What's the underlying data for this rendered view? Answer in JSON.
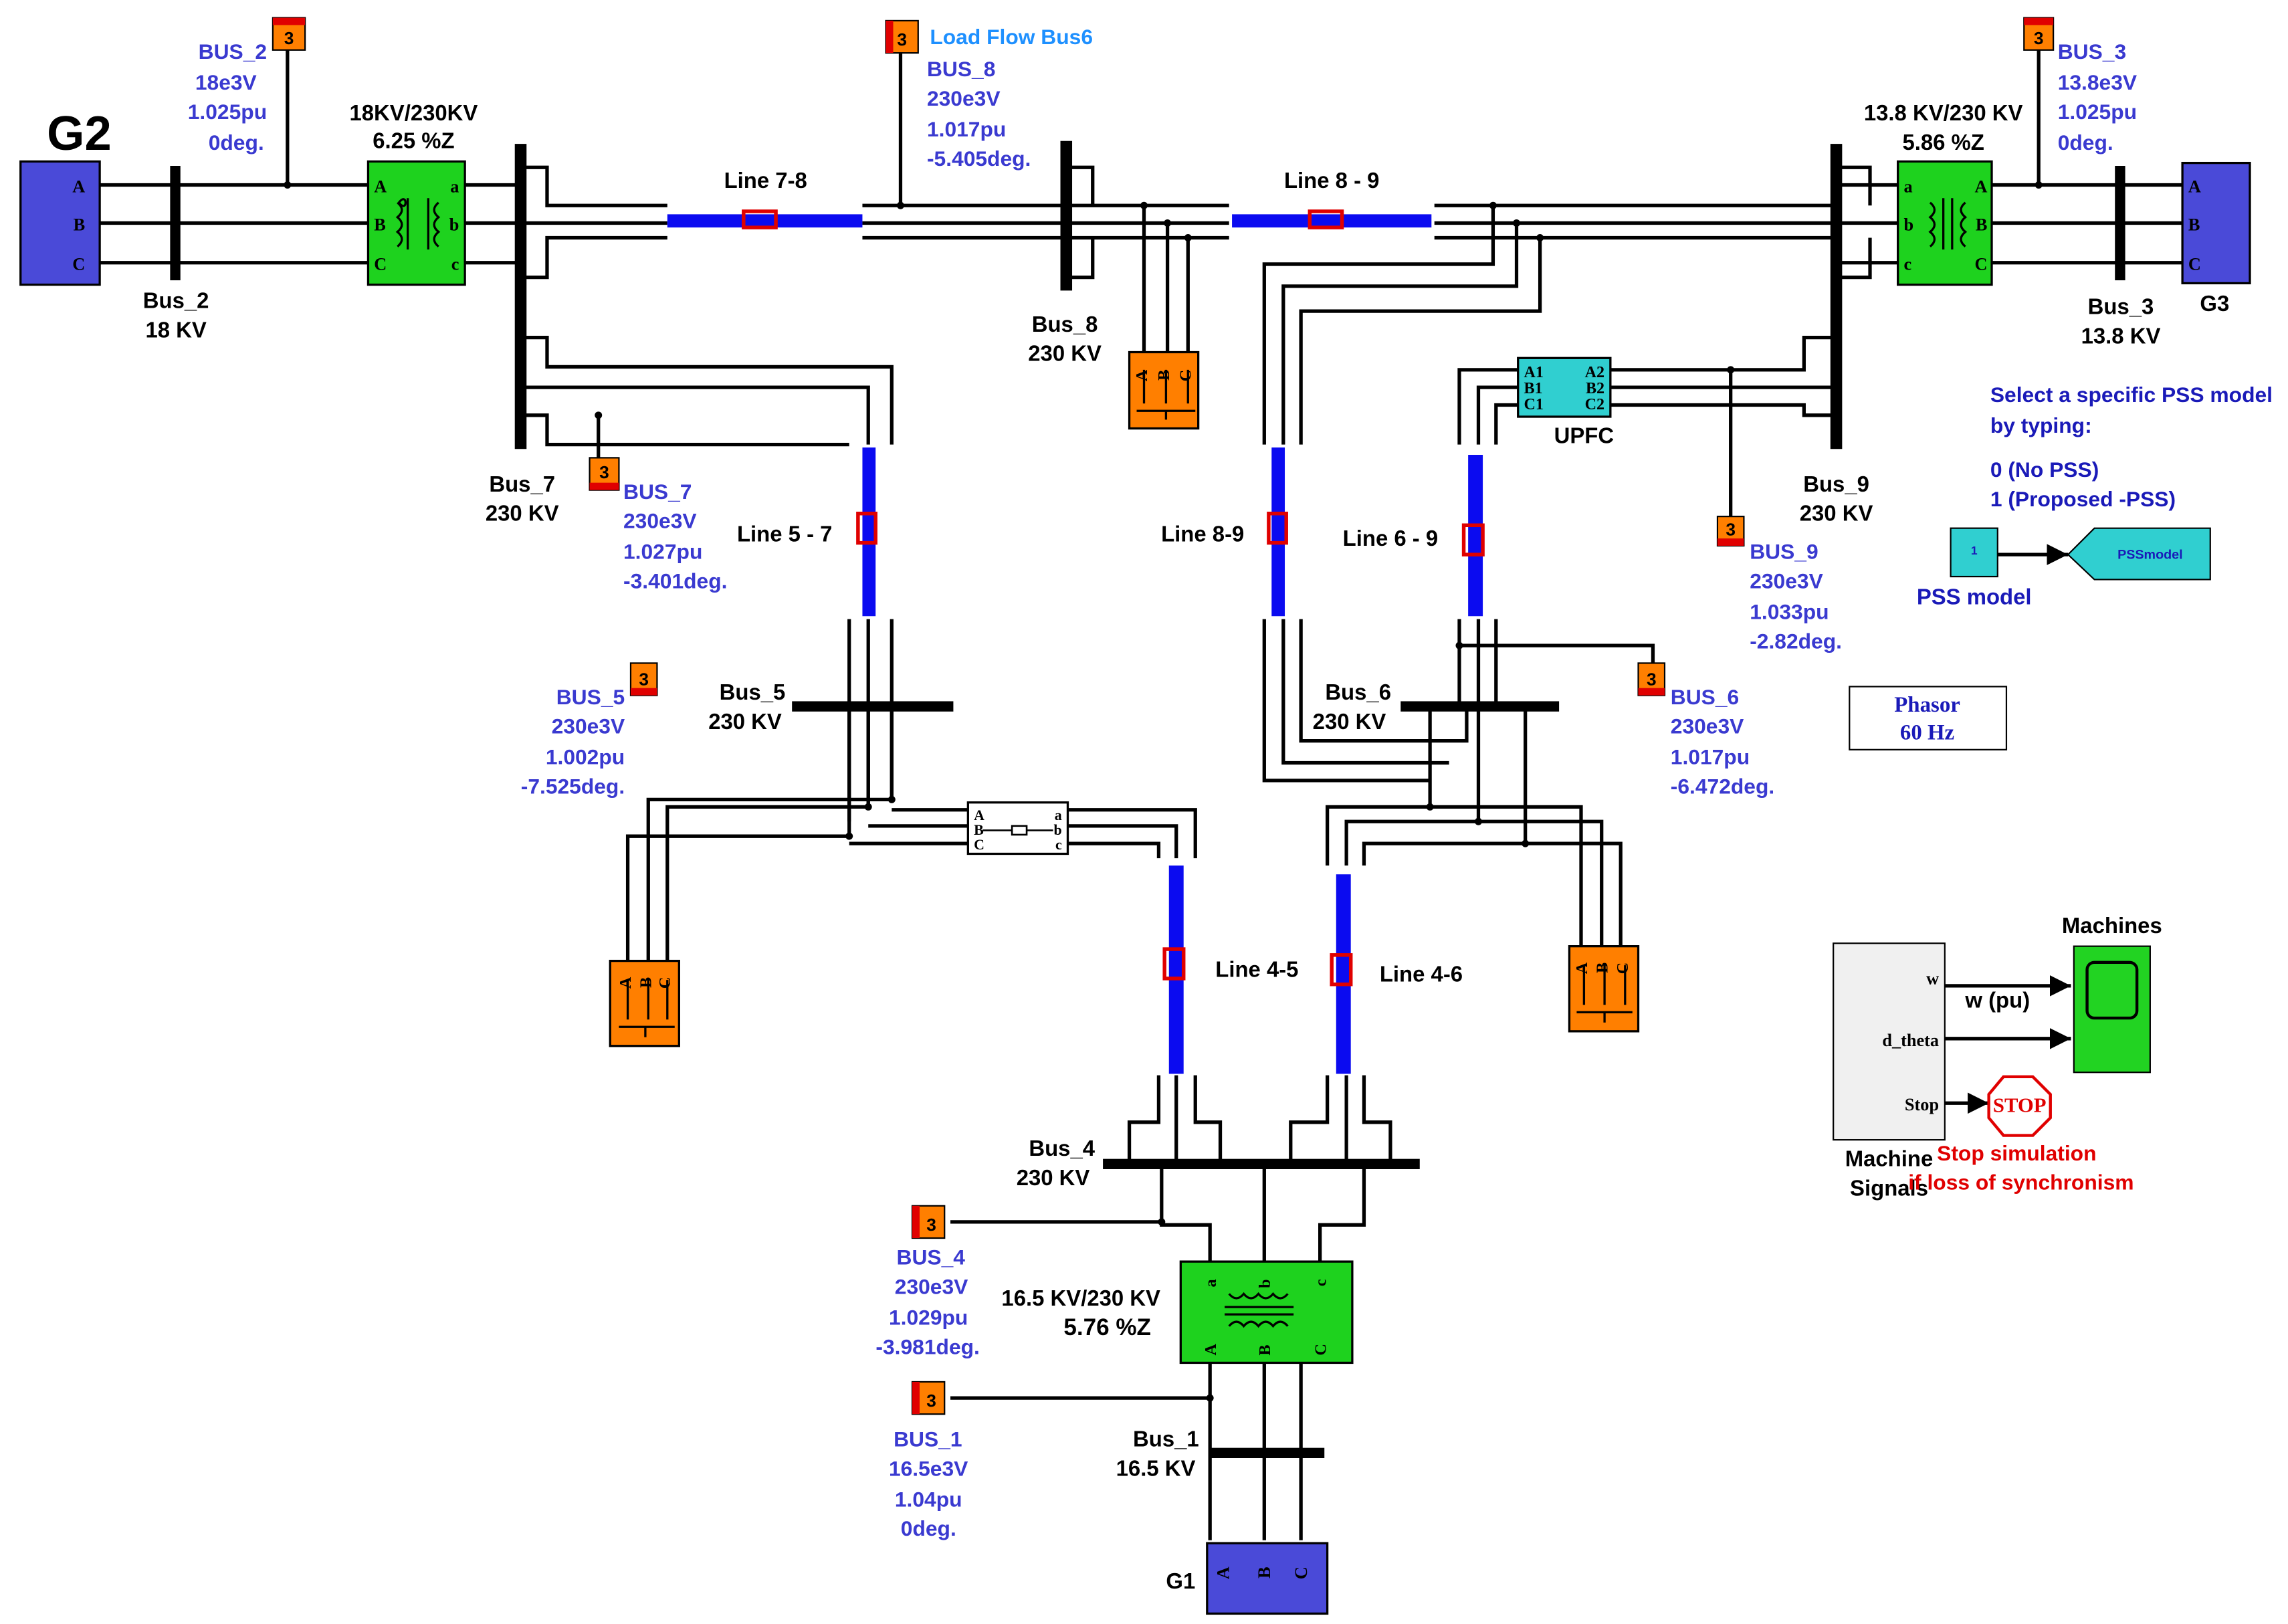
{
  "colors": {
    "generator": "#4a4ad8",
    "transformer": "#1ed21e",
    "line": "#0b0bf0",
    "load": "#ff7f00",
    "upfc": "#30cfd0",
    "bus_label": "#3a3ad0",
    "stop": "#e00000",
    "scope": "#22d322"
  },
  "generators": {
    "g1": "G1",
    "g2": "G2",
    "g3": "G3",
    "ports": [
      "A",
      "B",
      "C"
    ]
  },
  "transformers": {
    "t2_title": "18KV/230KV",
    "t2_z": "6.25 %Z",
    "t3_title": "13.8 KV/230 KV",
    "t3_z": "5.86 %Z",
    "t1_title": "16.5 KV/230 KV",
    "t1_z": "5.76 %Z",
    "ports_hv": [
      "a",
      "b",
      "c"
    ]
  },
  "buses": {
    "bus2": [
      "Bus_2",
      "18 KV"
    ],
    "bus3": [
      "Bus_3",
      "13.8 KV"
    ],
    "bus7": [
      "Bus_7",
      "230 KV"
    ],
    "bus8": [
      "Bus_8",
      "230 KV"
    ],
    "bus9": [
      "Bus_9",
      "230 KV"
    ],
    "bus5": [
      "Bus_5",
      "230 KV"
    ],
    "bus6": [
      "Bus_6",
      "230 KV"
    ],
    "bus4": [
      "Bus_4",
      "230 KV"
    ],
    "bus1": [
      "Bus_1",
      "16.5 KV"
    ]
  },
  "lines": {
    "l78": "Line 7-8",
    "l89h": "Line 8 - 9",
    "l57": "Line 5 - 7",
    "l89v": "Line 8-9",
    "l69": "Line 6 - 9",
    "l45": "Line 4-5",
    "l46": "Line 4-6"
  },
  "loadflow": {
    "block": "3",
    "title": "Load Flow Bus6",
    "bus2": [
      "BUS_2",
      "18e3V",
      "1.025pu",
      "0deg."
    ],
    "bus8": [
      "BUS_8",
      "230e3V",
      "1.017pu",
      "-5.405deg."
    ],
    "bus3": [
      "BUS_3",
      "13.8e3V",
      "1.025pu",
      "0deg."
    ],
    "bus7": [
      "BUS_7",
      "230e3V",
      "1.027pu",
      "-3.401deg."
    ],
    "bus9": [
      "BUS_9",
      "230e3V",
      "1.033pu",
      "-2.82deg."
    ],
    "bus5": [
      "BUS_5",
      "230e3V",
      "1.002pu",
      "-7.525deg."
    ],
    "bus6": [
      "BUS_6",
      "230e3V",
      "1.017pu",
      "-6.472deg."
    ],
    "bus4": [
      "BUS_4",
      "230e3V",
      "1.029pu",
      "-3.981deg."
    ],
    "bus1": [
      "BUS_1",
      "16.5e3V",
      "1.04pu",
      "0deg."
    ]
  },
  "upfc": {
    "label": "UPFC",
    "left_ports": [
      "A1",
      "B1",
      "C1"
    ],
    "right_ports": [
      "A2",
      "B2",
      "C2"
    ]
  },
  "pss": {
    "instructions": [
      "Select a specific PSS model",
      "by typing:"
    ],
    "options": [
      "0  (No PSS)",
      "1  (Proposed -PSS)"
    ],
    "constant": "1",
    "goto": "PSSmodel",
    "label": "PSS model"
  },
  "phasor": [
    "Phasor",
    "60 Hz"
  ],
  "machines": {
    "scope_title": "Machines",
    "outputs": [
      "w",
      "d_theta",
      "Stop"
    ],
    "signal_label": "w (pu)",
    "block_label": [
      "Machine",
      "Signals"
    ],
    "stop_text": "STOP",
    "stop_msg": [
      "Stop simulation",
      "if loss of synchronism"
    ]
  },
  "rlc_ports": [
    "A",
    "B",
    "C"
  ]
}
